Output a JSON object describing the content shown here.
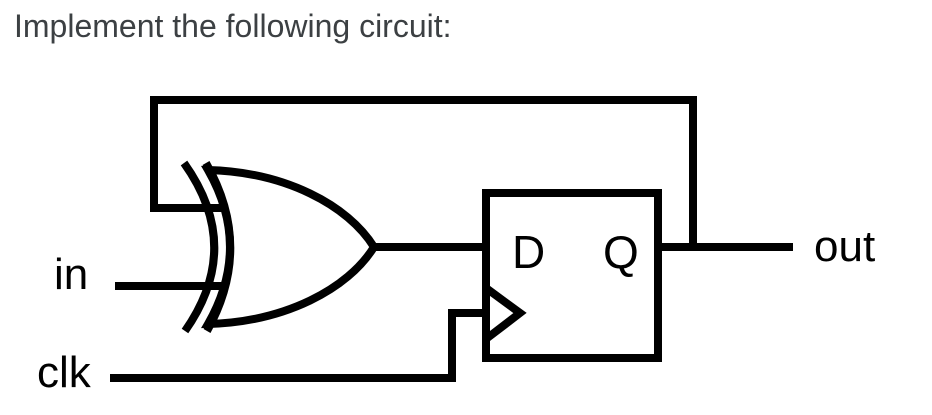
{
  "title": "Implement the following circuit:",
  "colors": {
    "background": "#ffffff",
    "title_text": "#3c4043",
    "line": "#000000",
    "label_text": "#000000"
  },
  "circuit": {
    "description": "XOR gate output feeds D input of a D flip-flop; Q output feeds back to the top XOR input",
    "gate": {
      "type": "XOR"
    },
    "flip_flop": {
      "type": "D flip-flop",
      "d_port_label": "D",
      "q_port_label": "Q"
    },
    "inputs": [
      {
        "id": "in",
        "label": "in"
      },
      {
        "id": "clk",
        "label": "clk"
      }
    ],
    "output": {
      "id": "out",
      "label": "out"
    }
  }
}
